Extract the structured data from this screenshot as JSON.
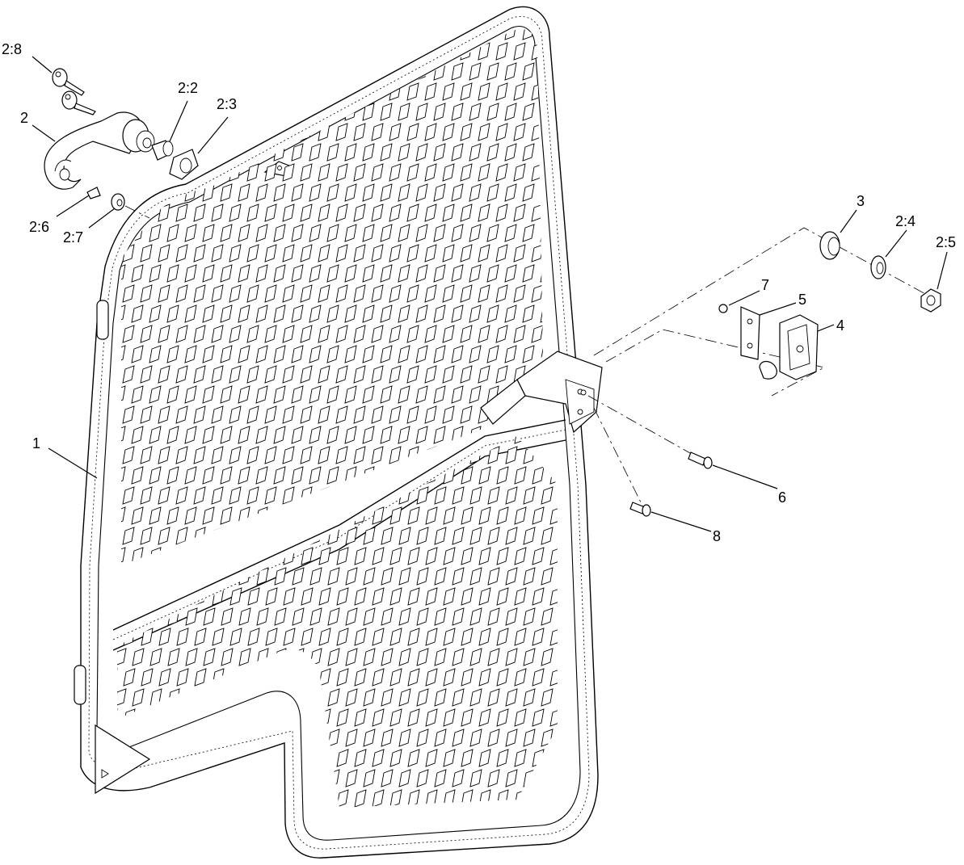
{
  "diagram": {
    "callouts": [
      {
        "id": "c-2-8",
        "label": "2:8"
      },
      {
        "id": "c-2",
        "label": "2"
      },
      {
        "id": "c-2-2",
        "label": "2:2"
      },
      {
        "id": "c-2-3",
        "label": "2:3"
      },
      {
        "id": "c-2-6",
        "label": "2:6"
      },
      {
        "id": "c-2-7",
        "label": "2:7"
      },
      {
        "id": "c-3",
        "label": "3"
      },
      {
        "id": "c-2-4",
        "label": "2:4"
      },
      {
        "id": "c-2-5",
        "label": "2:5"
      },
      {
        "id": "c-7",
        "label": "7"
      },
      {
        "id": "c-5",
        "label": "5"
      },
      {
        "id": "c-4",
        "label": "4"
      },
      {
        "id": "c-1",
        "label": "1"
      },
      {
        "id": "c-6",
        "label": "6"
      },
      {
        "id": "c-8",
        "label": "8"
      }
    ]
  }
}
